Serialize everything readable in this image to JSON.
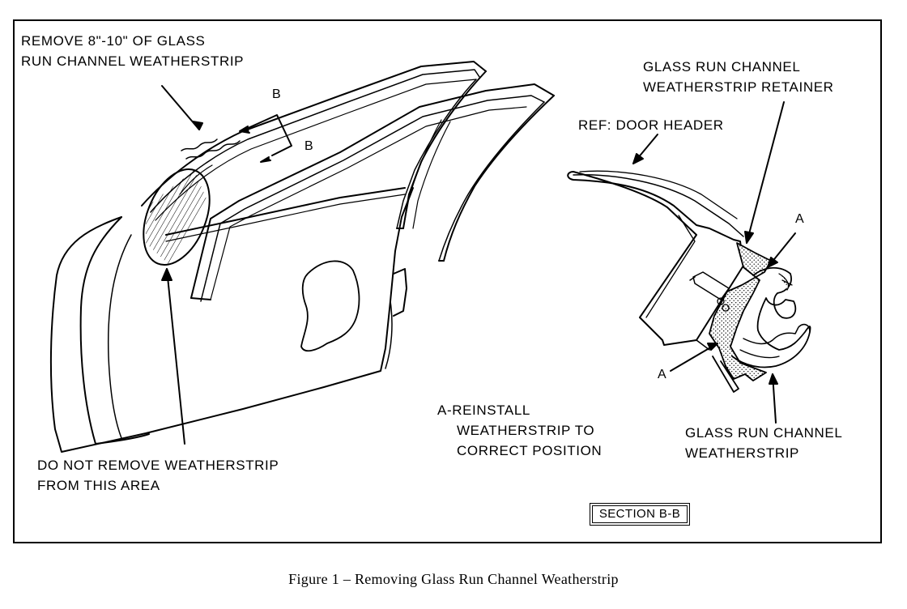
{
  "labels": {
    "remove_strip": [
      "REMOVE 8\"-10\" OF GLASS",
      "RUN CHANNEL WEATHERSTRIP"
    ],
    "do_not_remove": [
      "DO NOT REMOVE WEATHERSTRIP",
      "FROM THIS AREA"
    ],
    "retainer": [
      "GLASS RUN CHANNEL",
      "WEATHERSTRIP RETAINER"
    ],
    "door_header": "REF: DOOR HEADER",
    "reinstall": [
      "A-REINSTALL",
      "WEATHERSTRIP TO",
      "CORRECT POSITION"
    ],
    "weatherstrip": [
      "GLASS RUN CHANNEL",
      "WEATHERSTRIP"
    ],
    "section_marker": "B",
    "detail_marker": "A",
    "section": "SECTION B-B"
  },
  "caption": "Figure 1 – Removing Glass Run Channel Weatherstrip"
}
